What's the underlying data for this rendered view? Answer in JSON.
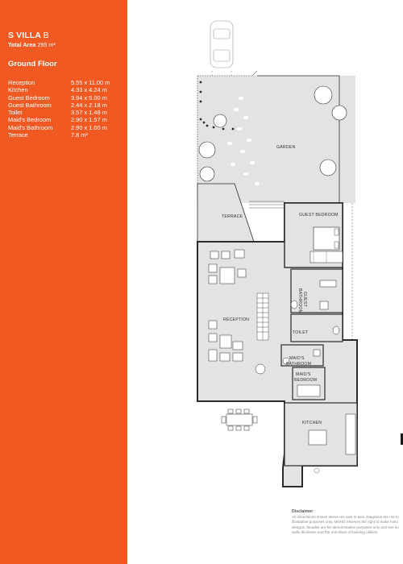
{
  "villa": {
    "title_bold": "S VILLA",
    "title_light": "B",
    "total_area_label": "Total Area",
    "total_area_value": "295 m²"
  },
  "floor": {
    "title": "Ground Floor"
  },
  "rooms": [
    {
      "name": "Reception",
      "size": "5.55 x 11.00 m"
    },
    {
      "name": "Kitchen",
      "size": "4.33 x 4.24 m"
    },
    {
      "name": "Guest Bedroom",
      "size": "3.94 x 5.00 m"
    },
    {
      "name": "Guest Bathroom",
      "size": "2.44 x 2.18 m"
    },
    {
      "name": "Toilet",
      "size": "3.57 x 1.48 m"
    },
    {
      "name": "Maid's Bedroom",
      "size": "2.90 x 1.57 m"
    },
    {
      "name": "Maid's Bathroom",
      "size": "2.90 x 1.00 m"
    },
    {
      "name": "Terrace",
      "size": "7.8 m²"
    }
  ],
  "plan_labels": {
    "garden": "GARDEN",
    "terrace": "TERRACE",
    "guest_bedroom": "GUEST BEDROOM",
    "guest_bathroom_1": "GUEST",
    "guest_bathroom_2": "BATHROOM",
    "reception": "RECEPTION",
    "toilet": "TOILET",
    "maids_bathroom_1": "MAID'S",
    "maids_bathroom_2": "BATHROOM",
    "maids_bedroom_1": "MAID'S",
    "maids_bedroom_2": "BEDROOM",
    "kitchen": "KITCHEN"
  },
  "disclaimer": {
    "title": "Disclaimer",
    "lines": [
      "All dimensions shown above are axis to axis. Diagrams are not to",
      "illustrative purposes only. MNHD reserves the right to make mino",
      "designs, facades are for demonstrative purposes only and see su",
      "walls thickness and the unit share of building utilities."
    ]
  },
  "colors": {
    "panel": "#f05a22",
    "panel_text": "#ffffff",
    "plan_fill": "#e3e3e3",
    "wall": "#2b2b2b"
  }
}
